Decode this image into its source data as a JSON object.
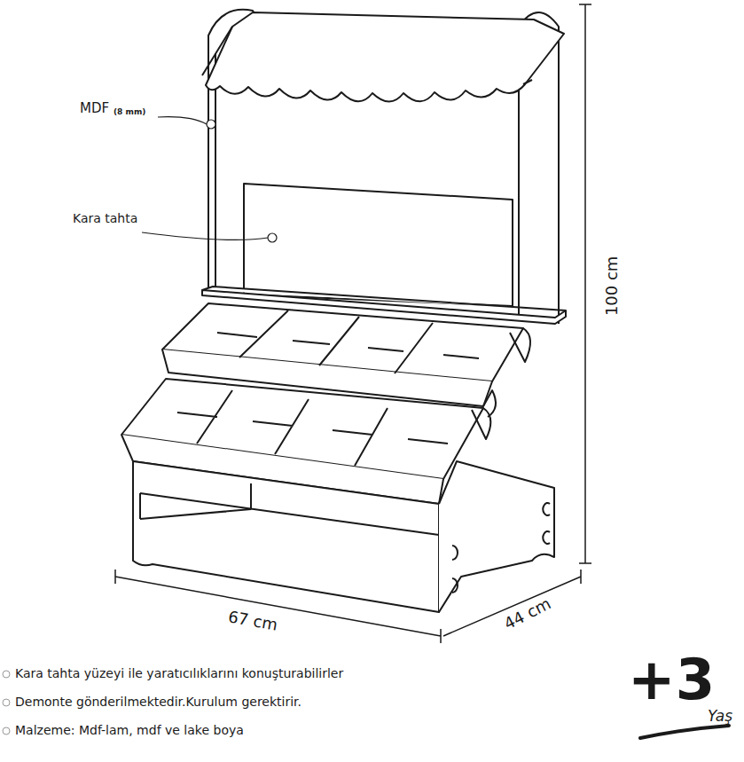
{
  "diagram": {
    "labels": [
      "MDF",
      "(8 mm)",
      "Kara tahta",
      "100 cm",
      "67 cm",
      "44 cm",
      "Kara tahta yüzeyi ile yaratıcılıklarını konuşturabilirler",
      "Demonte gönderilmektedir.Kurulum gerektirir.",
      "Malzeme: Mdf-lam, mdf ve lake boya",
      "+3",
      "Yaş"
    ]
  }
}
